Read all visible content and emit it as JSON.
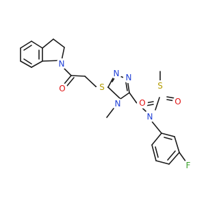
{
  "molecule": {
    "atoms": [
      {
        "id": "N1",
        "label": "N",
        "color": "#1f3fd6"
      },
      {
        "id": "O1",
        "label": "O",
        "color": "#e01010"
      },
      {
        "id": "S1",
        "label": "S",
        "color": "#b39b00"
      },
      {
        "id": "N2",
        "label": "N",
        "color": "#1f3fd6"
      },
      {
        "id": "N3",
        "label": "N",
        "color": "#1f3fd6"
      },
      {
        "id": "N4",
        "label": "N",
        "color": "#1f3fd6"
      },
      {
        "id": "S2",
        "label": "S",
        "color": "#b39b00"
      },
      {
        "id": "O2",
        "label": "O",
        "color": "#e01010"
      },
      {
        "id": "O3",
        "label": "O",
        "color": "#e01010"
      },
      {
        "id": "N5",
        "label": "N",
        "color": "#1f3fd6"
      },
      {
        "id": "F1",
        "label": "F",
        "color": "#3aa12b"
      }
    ],
    "bond_color": "#1a1a1a",
    "background": "#ffffff"
  }
}
